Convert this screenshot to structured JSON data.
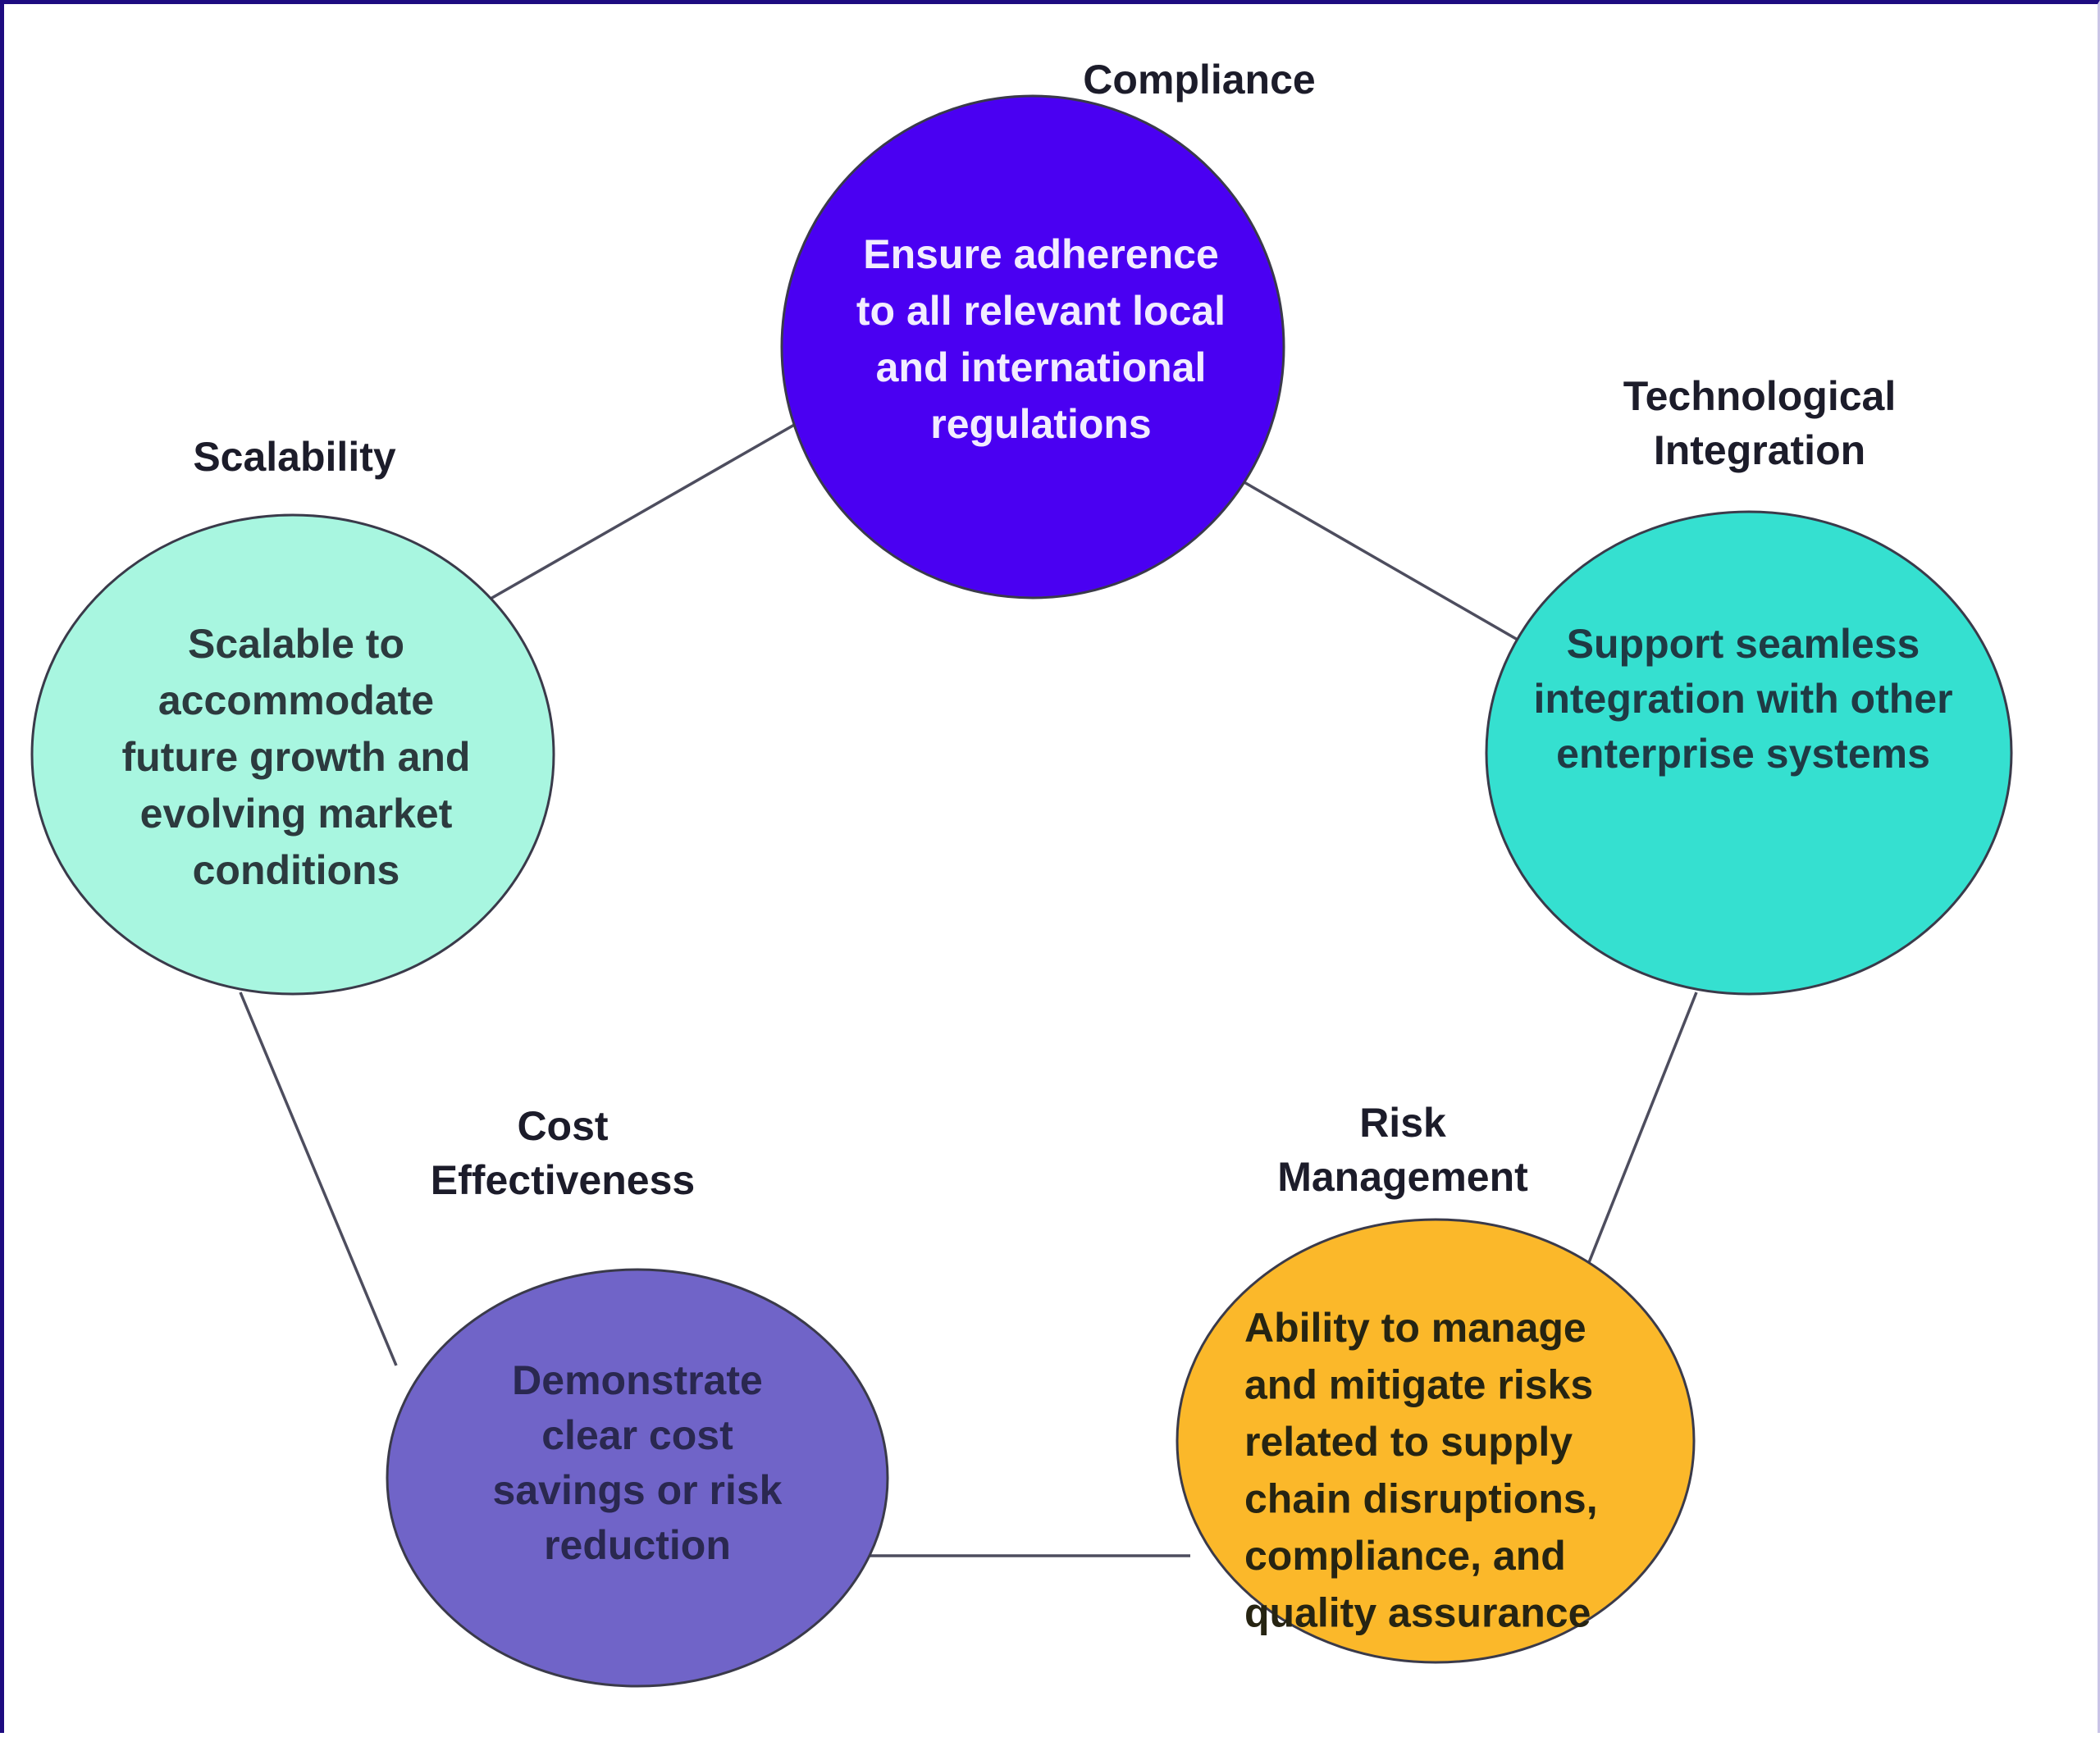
{
  "diagram": {
    "type": "pentagon-cycle",
    "nodes": [
      {
        "id": "compliance",
        "title": "Compliance",
        "title_lines": [
          "Compliance"
        ],
        "body_lines": [
          "Ensure adherence",
          "to all relevant local",
          "and international",
          "regulations"
        ],
        "fill": "#4a00f2",
        "text_color": "#f2ecff"
      },
      {
        "id": "technological-integration",
        "title": "Technological Integration",
        "title_lines": [
          "Technological",
          "Integration"
        ],
        "body_lines": [
          "Support seamless",
          "integration with other",
          "enterprise systems"
        ],
        "fill": "#35e0d0",
        "text_color": "#1f3a44"
      },
      {
        "id": "risk-management",
        "title": "Risk Management",
        "title_lines": [
          "Risk",
          "Management"
        ],
        "body_lines": [
          "Ability to manage",
          "and mitigate risks",
          "related to supply",
          "chain disruptions,",
          "compliance, and",
          "quality assurance"
        ],
        "fill": "#fbb82a",
        "text_color": "#262412"
      },
      {
        "id": "cost-effectiveness",
        "title": "Cost Effectiveness",
        "title_lines": [
          "Cost",
          "Effectiveness"
        ],
        "body_lines": [
          "Demonstrate",
          "clear cost",
          "savings or risk",
          "reduction"
        ],
        "fill": "#7064c8",
        "text_color": "#2a2850"
      },
      {
        "id": "scalability",
        "title": "Scalability",
        "title_lines": [
          "Scalability"
        ],
        "body_lines": [
          "Scalable to",
          "accommodate",
          "future growth and",
          "evolving market",
          "conditions"
        ],
        "fill": "#a8f6e0",
        "text_color": "#2c3a3e"
      }
    ],
    "connections": [
      [
        "scalability",
        "compliance"
      ],
      [
        "compliance",
        "technological-integration"
      ],
      [
        "technological-integration",
        "risk-management"
      ],
      [
        "risk-management",
        "cost-effectiveness"
      ],
      [
        "cost-effectiveness",
        "scalability"
      ]
    ],
    "colors": {
      "frame": "#1d0b80",
      "connector": "#4d4d5e",
      "label": "#1c1c2a"
    }
  }
}
